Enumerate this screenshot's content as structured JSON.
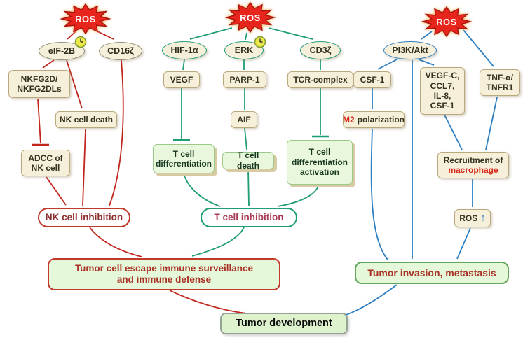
{
  "figure": {
    "starbursts": {
      "left": "ROS",
      "middle": "ROS",
      "right": "ROS"
    },
    "ellipses": {
      "eif2b": "eIF-2B",
      "cd16": "CD16ζ",
      "hif1a": "HIF-1α",
      "erk": "ERK",
      "cd3": "CD3ζ",
      "pi3k": "PI3K/Akt"
    },
    "boxes": {
      "nkfg": {
        "line1": "NKFG2D/",
        "line2": "NKFG2DLs"
      },
      "nk_death": "NK cell death",
      "adcc": {
        "line1": "ADCC of",
        "line2": "NK cell"
      },
      "vegf": "VEGF",
      "parp1": "PARP-1",
      "tcr": "TCR-complex",
      "aif": "AIF",
      "csf1": "CSF-1",
      "vegfc": {
        "line1": "VEGF-C,",
        "line2": "CCL7,",
        "line3": "IL-8,",
        "line4": "CSF-1"
      },
      "tnf": {
        "line1": "TNF-α/",
        "line2": "TNFR1"
      },
      "m2": {
        "highlight": "M2",
        "rest": "polarization"
      },
      "recruit": {
        "line1": "Recruitment of",
        "line2": "macrophage"
      },
      "ros_up": {
        "label": "ROS",
        "arrow": "↑"
      },
      "t_diff": {
        "line1": "T cell",
        "line2": "differentiation"
      },
      "t_death": "T cell death",
      "t_diff_act": {
        "line1": "T cell",
        "line2": "differentiation",
        "line3": "activation"
      }
    },
    "outcomes": {
      "nk_inhibition": "NK cell inhibition",
      "t_inhibition": "T cell inhibition",
      "tumor_escape": {
        "line1": "Tumor cell escape immune surveillance",
        "line2": "and immune defense"
      },
      "tumor_invasion": "Tumor invasion, metastasis",
      "tumor_dev": "Tumor development"
    },
    "colors": {
      "red": "#c1261d",
      "green": "#1f9d77",
      "blue": "#2e7fc1"
    }
  }
}
